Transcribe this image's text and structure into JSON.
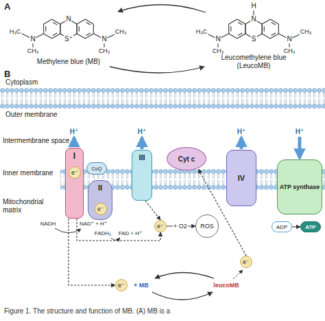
{
  "diagram": {
    "caption": "Figure 1. The structure and function of MB. (A) MB is a",
    "nodes": [
      {
        "text": [
          "I"
        ]
      },
      {
        "text": [
          "e⁻"
        ],
        "in": 0
      },
      {
        "text": [
          "II"
        ]
      },
      {
        "text": [
          "e⁻"
        ],
        "in": 2
      },
      {
        "text": [
          "CoQ"
        ]
      },
      {
        "text": [
          "III"
        ]
      },
      {
        "text": [
          "Cyt c"
        ]
      },
      {
        "text": [
          "IV"
        ]
      },
      {
        "text": [
          "ATP synthase"
        ]
      },
      {
        "text": [
          "ADP"
        ]
      },
      {
        "text": [
          "ATP"
        ]
      },
      {
        "text": [
          "ROS"
        ]
      },
      {
        "text": [
          "e⁻"
        ]
      },
      {
        "text": [
          "e⁻"
        ]
      },
      {
        "text": [
          "e⁻"
        ]
      }
    ],
    "edges": [
      {
        "from": 0,
        "to": 12,
        "arrow": "to"
      },
      {
        "from": 5,
        "to": 12,
        "arrow": "to"
      },
      {
        "from": 12,
        "to": 11,
        "arrow": "to"
      },
      {
        "from": 0,
        "to": 13,
        "arrow": "to"
      },
      {
        "from": 14,
        "to": 6,
        "arrow": "to"
      },
      {
        "from": 9,
        "to": 10,
        "arrow": "to"
      }
    ],
    "labels": [
      "A",
      "H₃C",
      "N",
      "CH₃",
      "N",
      "S⁺",
      "N",
      "CH₃",
      "CH₃",
      "Methylene blue (MB)",
      "H",
      "N",
      "S",
      "H₃C",
      "N",
      "CH₃",
      "N",
      "CH₃",
      "CH₃",
      "Leucomethylene blue (LeucoMB)",
      "B",
      "Cytoplasm",
      "Outer membrane",
      "Intermembrane space",
      "Inner membrane",
      "Mitochondrial matrix",
      "H⁺",
      "H⁺",
      "H⁺",
      "H⁺",
      "NADH",
      "NAD⁺ + H⁺",
      "FADH₂",
      "FAD + H⁺",
      "+ O2",
      "+ MB",
      "leucoMB"
    ]
  }
}
